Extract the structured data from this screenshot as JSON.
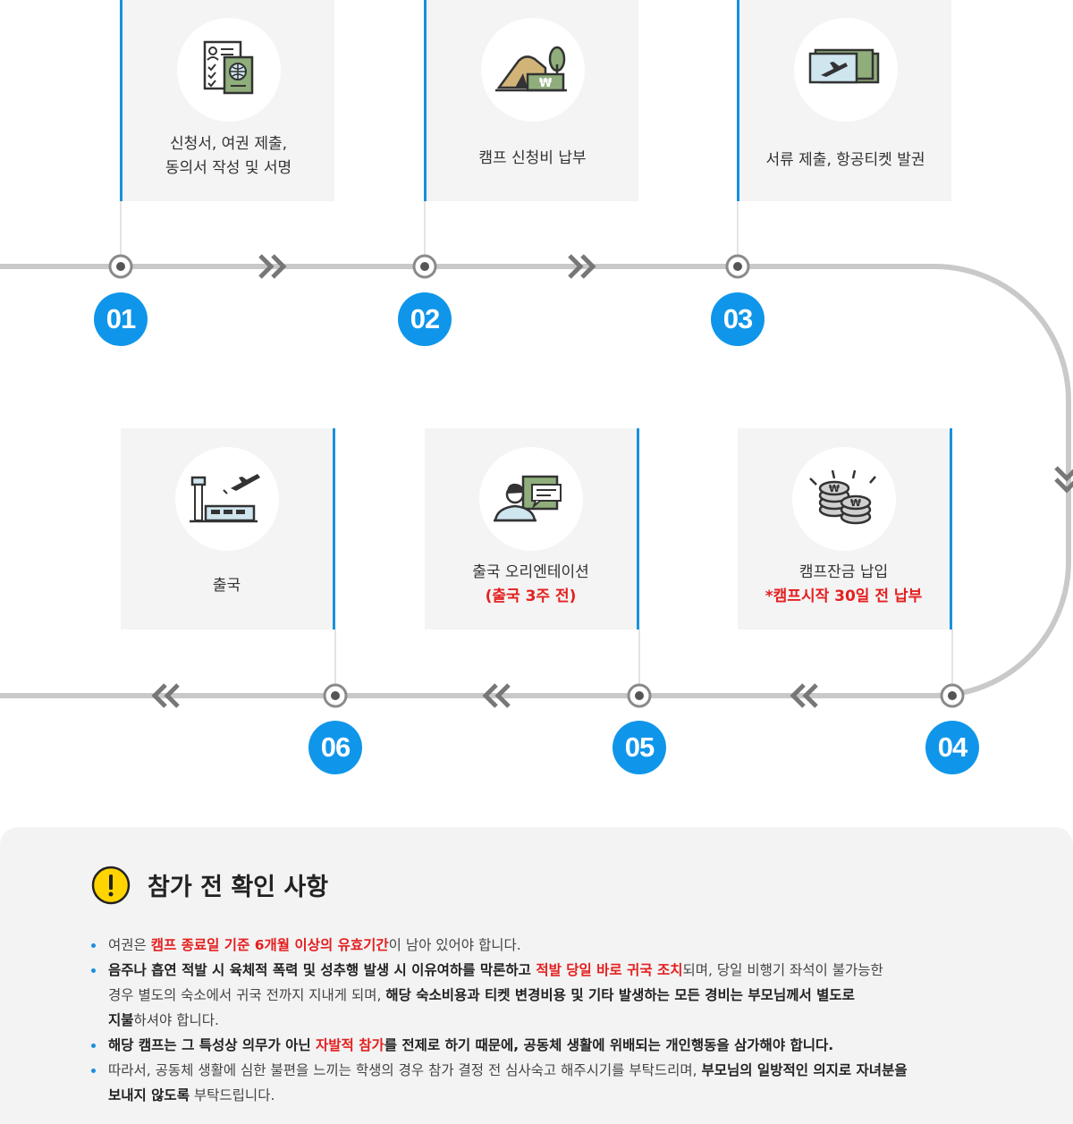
{
  "steps": [
    {
      "num": "01",
      "lines": [
        "신청서, 여권 제출,",
        "동의서 작성 및 서명"
      ],
      "note": "",
      "icon": "passport-form-icon"
    },
    {
      "num": "02",
      "lines": [
        "캠프 신청비 납부"
      ],
      "note": "",
      "icon": "tent-payment-icon"
    },
    {
      "num": "03",
      "lines": [
        "서류 제출, 항공티켓 발권"
      ],
      "note": "",
      "icon": "airline-ticket-icon"
    },
    {
      "num": "04",
      "lines": [
        "캠프잔금 납입"
      ],
      "note": "*캠프시작 30일 전 납부",
      "icon": "coins-icon"
    },
    {
      "num": "05",
      "lines": [
        "출국 오리엔테이션"
      ],
      "note": "(출국 3주 전)",
      "icon": "presentation-icon"
    },
    {
      "num": "06",
      "lines": [
        "출국"
      ],
      "note": "",
      "icon": "airport-departure-icon"
    }
  ],
  "notice": {
    "title": "참가 전 확인 사항",
    "items": [
      {
        "segments": [
          {
            "t": "여권은 ",
            "s": "n"
          },
          {
            "t": "캠프 종료일 기준 6개월 이상의 유효기간",
            "s": "r"
          },
          {
            "t": "이 남아 있어야 합니다.",
            "s": "n"
          }
        ]
      },
      {
        "segments": [
          {
            "t": "음주나 흡연 적발 시 육체적 폭력 및 성추행 발생 시 이유여하를 막론하고 ",
            "s": "b"
          },
          {
            "t": "적발 당일 바로 귀국 조치",
            "s": "r"
          },
          {
            "t": "되며, 당일 비행기 좌석이 불가능한",
            "s": "n"
          },
          {
            "t": "",
            "s": "br"
          },
          {
            "t": "경우 별도의 숙소에서 귀국 전까지 지내게 되며, ",
            "s": "n"
          },
          {
            "t": "해당 숙소비용과 티켓 변경비용 및 기타 발생하는 모든 경비는 부모님께서 별도로",
            "s": "b"
          },
          {
            "t": "",
            "s": "br"
          },
          {
            "t": "지불",
            "s": "b"
          },
          {
            "t": "하셔야 합니다.",
            "s": "n"
          }
        ]
      },
      {
        "segments": [
          {
            "t": "해당 캠프는 그 특성상 의무가 아닌 ",
            "s": "b"
          },
          {
            "t": "자발적 참가",
            "s": "r"
          },
          {
            "t": "를 전제로 하기 때문에, 공동체 생활에 위배되는 개인행동을 삼가해야 합니다.",
            "s": "b"
          }
        ]
      },
      {
        "segments": [
          {
            "t": "따라서, 공동체 생활에 심한 불편을 느끼는 학생의 경우 참가 결정 전 심사숙고 해주시기를 부탁드리며, ",
            "s": "n"
          },
          {
            "t": "부모님의 일방적인 의지로 자녀분을",
            "s": "b"
          },
          {
            "t": "",
            "s": "br"
          },
          {
            "t": "보내지 않도록",
            "s": "b"
          },
          {
            "t": " 부탁드립니다.",
            "s": "n"
          }
        ]
      }
    ]
  },
  "colors": {
    "accent": "#0f96ea",
    "highlight": "#e41f1f",
    "track": "#c8c8c8",
    "card": "#f4f4f4"
  }
}
